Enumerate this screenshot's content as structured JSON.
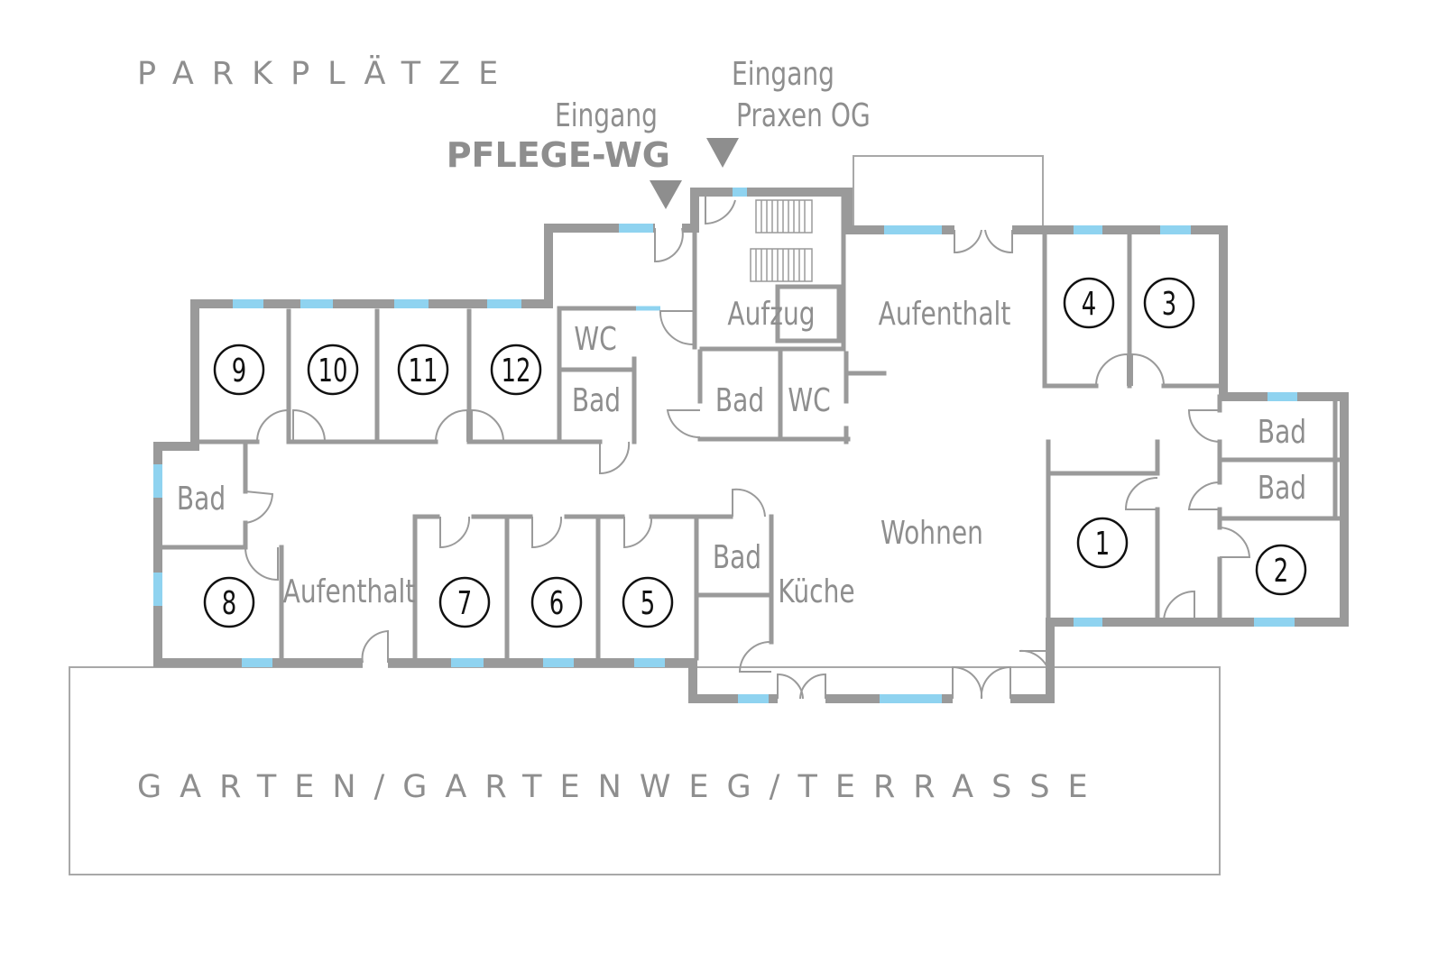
{
  "labels": {
    "parking": "PARKPLÄTZE",
    "garden": "GARTEN/GARTENWEG/TERRASSE",
    "entrance_wg_line1": "Eingang",
    "entrance_wg_line2": "PFLEGE-WG",
    "entrance_og_line1": "Eingang",
    "entrance_og_line2": "Praxen OG",
    "aufzug": "Aufzug",
    "aufenthalt_top": "Aufenthalt",
    "aufenthalt_left": "Aufenthalt",
    "wohnen": "Wohnen",
    "kueche": "Küche",
    "wc_1": "WC",
    "wc_2": "WC",
    "bad_1": "Bad",
    "bad_2": "Bad",
    "bad_3": "Bad",
    "bad_4": "Bad",
    "bad_5": "Bad",
    "bad_6": "Bad"
  },
  "rooms": {
    "r1": "1",
    "r2": "2",
    "r3": "3",
    "r4": "4",
    "r5": "5",
    "r6": "6",
    "r7": "7",
    "r8": "8",
    "r9": "9",
    "r10": "10",
    "r11": "11",
    "r12": "12"
  },
  "colors": {
    "wall": "#9a9a9a",
    "window": "#8fd3f0",
    "text": "#8e8e8e",
    "room_number": "#111111"
  }
}
